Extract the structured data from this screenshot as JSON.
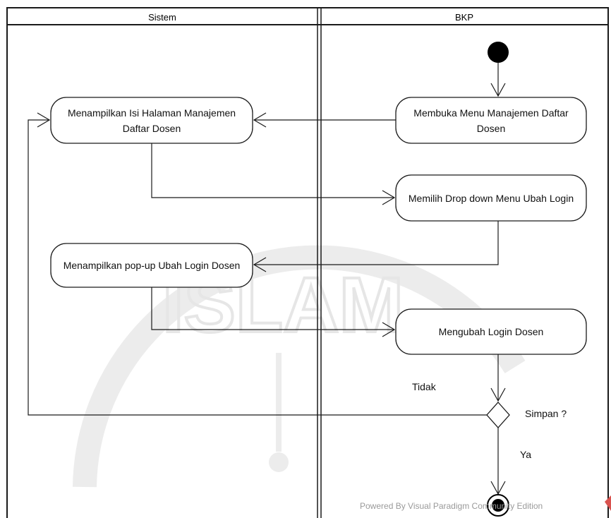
{
  "lanes": {
    "left": "Sistem",
    "right": "BKP"
  },
  "actions": {
    "tampil_halaman": "Menampilkan Isi Halaman Manajemen Daftar Dosen",
    "buka_menu": "Membuka Menu Manajemen Daftar Dosen",
    "pilih_dropdown": "Memilih Drop down Menu Ubah Login",
    "tampil_popup": "Menampilkan pop-up Ubah Login Dosen",
    "ubah_login": "Mengubah Login Dosen"
  },
  "decision": {
    "question": "Simpan ?",
    "no_label": "Tidak",
    "yes_label": "Ya"
  },
  "watermark": {
    "text": "Powered By Visual Paradigm Community Edition",
    "background_word": "ISLAM"
  },
  "colors": {
    "line": "#1a1a1a",
    "watermark": "#e9e9e9",
    "logo": "#d9534f"
  }
}
